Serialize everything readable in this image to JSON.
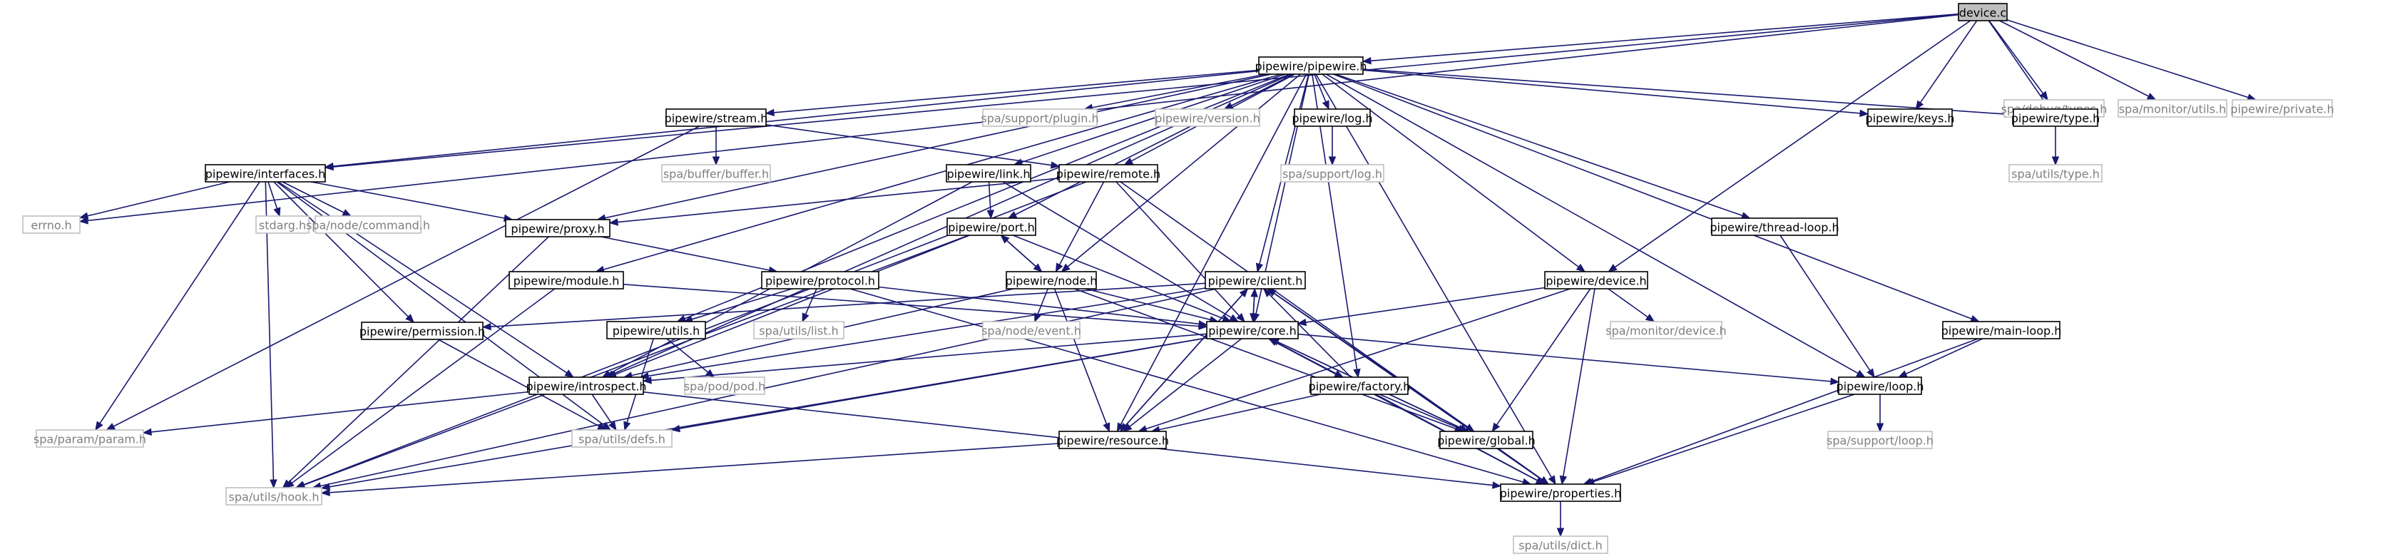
{
  "graph": {
    "colors": {
      "edge": "#191970",
      "local_border": "#000000",
      "external_border": "#bfbfbf",
      "root_fill": "#bfbfbf",
      "external_text": "#7f7f7f"
    },
    "nodes": [
      {
        "id": "device_c",
        "label": "device.c",
        "kind": "root"
      },
      {
        "id": "pipewire_h",
        "label": "pipewire/pipewire.h",
        "kind": "local"
      },
      {
        "id": "debug_types",
        "label": "spa/debug/types.h",
        "kind": "external"
      },
      {
        "id": "monitor_utils",
        "label": "spa/monitor/utils.h",
        "kind": "external"
      },
      {
        "id": "private_h",
        "label": "pipewire/private.h",
        "kind": "external"
      },
      {
        "id": "stream_h",
        "label": "pipewire/stream.h",
        "kind": "local"
      },
      {
        "id": "support_plugin",
        "label": "spa/support/plugin.h",
        "kind": "external"
      },
      {
        "id": "version_h",
        "label": "pipewire/version.h",
        "kind": "external"
      },
      {
        "id": "log_h",
        "label": "pipewire/log.h",
        "kind": "local"
      },
      {
        "id": "keys_h",
        "label": "pipewire/keys.h",
        "kind": "local"
      },
      {
        "id": "type_h",
        "label": "pipewire/type.h",
        "kind": "local"
      },
      {
        "id": "interfaces_h",
        "label": "pipewire/interfaces.h",
        "kind": "local"
      },
      {
        "id": "buffer_h",
        "label": "spa/buffer/buffer.h",
        "kind": "external"
      },
      {
        "id": "link_h",
        "label": "pipewire/link.h",
        "kind": "local"
      },
      {
        "id": "remote_h",
        "label": "pipewire/remote.h",
        "kind": "local"
      },
      {
        "id": "support_log",
        "label": "spa/support/log.h",
        "kind": "external"
      },
      {
        "id": "utils_type",
        "label": "spa/utils/type.h",
        "kind": "external"
      },
      {
        "id": "errno_h",
        "label": "errno.h",
        "kind": "external"
      },
      {
        "id": "stdarg_h",
        "label": "stdarg.h",
        "kind": "external"
      },
      {
        "id": "node_command",
        "label": "spa/node/command.h",
        "kind": "external"
      },
      {
        "id": "proxy_h",
        "label": "pipewire/proxy.h",
        "kind": "local"
      },
      {
        "id": "port_h",
        "label": "pipewire/port.h",
        "kind": "local"
      },
      {
        "id": "thread_loop_h",
        "label": "pipewire/thread-loop.h",
        "kind": "local"
      },
      {
        "id": "module_h",
        "label": "pipewire/module.h",
        "kind": "local"
      },
      {
        "id": "protocol_h",
        "label": "pipewire/protocol.h",
        "kind": "local"
      },
      {
        "id": "node_h",
        "label": "pipewire/node.h",
        "kind": "local"
      },
      {
        "id": "client_h",
        "label": "pipewire/client.h",
        "kind": "local"
      },
      {
        "id": "device_h",
        "label": "pipewire/device.h",
        "kind": "local"
      },
      {
        "id": "permission_h",
        "label": "pipewire/permission.h",
        "kind": "local"
      },
      {
        "id": "utils_h",
        "label": "pipewire/utils.h",
        "kind": "local"
      },
      {
        "id": "utils_list",
        "label": "spa/utils/list.h",
        "kind": "external"
      },
      {
        "id": "node_event",
        "label": "spa/node/event.h",
        "kind": "external"
      },
      {
        "id": "core_h",
        "label": "pipewire/core.h",
        "kind": "local"
      },
      {
        "id": "monitor_device",
        "label": "spa/monitor/device.h",
        "kind": "external"
      },
      {
        "id": "main_loop_h",
        "label": "pipewire/main-loop.h",
        "kind": "local"
      },
      {
        "id": "introspect_h",
        "label": "pipewire/introspect.h",
        "kind": "local"
      },
      {
        "id": "pod_h",
        "label": "spa/pod/pod.h",
        "kind": "external"
      },
      {
        "id": "factory_h",
        "label": "pipewire/factory.h",
        "kind": "local"
      },
      {
        "id": "loop_h",
        "label": "pipewire/loop.h",
        "kind": "local"
      },
      {
        "id": "param_h",
        "label": "spa/param/param.h",
        "kind": "external"
      },
      {
        "id": "defs_h",
        "label": "spa/utils/defs.h",
        "kind": "external"
      },
      {
        "id": "resource_h",
        "label": "pipewire/resource.h",
        "kind": "local"
      },
      {
        "id": "global_h",
        "label": "pipewire/global.h",
        "kind": "local"
      },
      {
        "id": "support_loop",
        "label": "spa/support/loop.h",
        "kind": "external"
      },
      {
        "id": "hook_h",
        "label": "spa/utils/hook.h",
        "kind": "external"
      },
      {
        "id": "properties_h",
        "label": "pipewire/properties.h",
        "kind": "local"
      },
      {
        "id": "dict_h",
        "label": "spa/utils/dict.h",
        "kind": "external"
      }
    ],
    "edges": [
      [
        "device_c",
        "pipewire_h"
      ],
      [
        "device_c",
        "debug_types"
      ],
      [
        "device_c",
        "monitor_utils"
      ],
      [
        "device_c",
        "private_h"
      ],
      [
        "device_c",
        "keys_h"
      ],
      [
        "device_c",
        "type_h"
      ],
      [
        "device_c",
        "device_h"
      ],
      [
        "device_c",
        "interfaces_h"
      ],
      [
        "device_c",
        "errno_h"
      ],
      [
        "pipewire_h",
        "stream_h"
      ],
      [
        "pipewire_h",
        "support_plugin"
      ],
      [
        "pipewire_h",
        "version_h"
      ],
      [
        "pipewire_h",
        "log_h"
      ],
      [
        "pipewire_h",
        "keys_h"
      ],
      [
        "pipewire_h",
        "type_h"
      ],
      [
        "pipewire_h",
        "interfaces_h"
      ],
      [
        "pipewire_h",
        "link_h"
      ],
      [
        "pipewire_h",
        "remote_h"
      ],
      [
        "pipewire_h",
        "proxy_h"
      ],
      [
        "pipewire_h",
        "port_h"
      ],
      [
        "pipewire_h",
        "thread_loop_h"
      ],
      [
        "pipewire_h",
        "module_h"
      ],
      [
        "pipewire_h",
        "node_h"
      ],
      [
        "pipewire_h",
        "client_h"
      ],
      [
        "pipewire_h",
        "device_h"
      ],
      [
        "pipewire_h",
        "utils_h"
      ],
      [
        "pipewire_h",
        "core_h"
      ],
      [
        "pipewire_h",
        "main_loop_h"
      ],
      [
        "pipewire_h",
        "introspect_h"
      ],
      [
        "pipewire_h",
        "factory_h"
      ],
      [
        "pipewire_h",
        "loop_h"
      ],
      [
        "pipewire_h",
        "resource_h"
      ],
      [
        "pipewire_h",
        "properties_h"
      ],
      [
        "stream_h",
        "buffer_h"
      ],
      [
        "stream_h",
        "remote_h"
      ],
      [
        "stream_h",
        "param_h"
      ],
      [
        "log_h",
        "support_log"
      ],
      [
        "type_h",
        "utils_type"
      ],
      [
        "interfaces_h",
        "errno_h"
      ],
      [
        "interfaces_h",
        "stdarg_h"
      ],
      [
        "interfaces_h",
        "node_command"
      ],
      [
        "interfaces_h",
        "proxy_h"
      ],
      [
        "interfaces_h",
        "permission_h"
      ],
      [
        "interfaces_h",
        "introspect_h"
      ],
      [
        "interfaces_h",
        "param_h"
      ],
      [
        "interfaces_h",
        "defs_h"
      ],
      [
        "interfaces_h",
        "hook_h"
      ],
      [
        "link_h",
        "port_h"
      ],
      [
        "link_h",
        "core_h"
      ],
      [
        "link_h",
        "introspect_h"
      ],
      [
        "remote_h",
        "proxy_h"
      ],
      [
        "remote_h",
        "node_h"
      ],
      [
        "remote_h",
        "core_h"
      ],
      [
        "remote_h",
        "properties_h"
      ],
      [
        "remote_h",
        "hook_h"
      ],
      [
        "proxy_h",
        "protocol_h"
      ],
      [
        "proxy_h",
        "hook_h"
      ],
      [
        "port_h",
        "node_h"
      ],
      [
        "port_h",
        "core_h"
      ],
      [
        "port_h",
        "introspect_h"
      ],
      [
        "port_h",
        "hook_h"
      ],
      [
        "thread_loop_h",
        "loop_h"
      ],
      [
        "module_h",
        "core_h"
      ],
      [
        "module_h",
        "hook_h"
      ],
      [
        "protocol_h",
        "utils_list"
      ],
      [
        "protocol_h",
        "utils_h"
      ],
      [
        "protocol_h",
        "core_h"
      ],
      [
        "protocol_h",
        "properties_h"
      ],
      [
        "node_h",
        "port_h"
      ],
      [
        "node_h",
        "node_event"
      ],
      [
        "node_h",
        "core_h"
      ],
      [
        "node_h",
        "introspect_h"
      ],
      [
        "node_h",
        "resource_h"
      ],
      [
        "node_h",
        "global_h"
      ],
      [
        "client_h",
        "core_h"
      ],
      [
        "client_h",
        "permission_h"
      ],
      [
        "client_h",
        "introspect_h"
      ],
      [
        "client_h",
        "resource_h"
      ],
      [
        "client_h",
        "global_h"
      ],
      [
        "client_h",
        "properties_h"
      ],
      [
        "client_h",
        "hook_h"
      ],
      [
        "device_h",
        "core_h"
      ],
      [
        "device_h",
        "monitor_device"
      ],
      [
        "device_h",
        "global_h"
      ],
      [
        "device_h",
        "properties_h"
      ],
      [
        "device_h",
        "resource_h"
      ],
      [
        "permission_h",
        "defs_h"
      ],
      [
        "utils_h",
        "pod_h"
      ],
      [
        "utils_h",
        "defs_h"
      ],
      [
        "core_h",
        "client_h"
      ],
      [
        "core_h",
        "introspect_h"
      ],
      [
        "core_h",
        "factory_h"
      ],
      [
        "core_h",
        "loop_h"
      ],
      [
        "core_h",
        "global_h"
      ],
      [
        "core_h",
        "defs_h"
      ],
      [
        "core_h",
        "hook_h"
      ],
      [
        "core_h",
        "properties_h"
      ],
      [
        "core_h",
        "resource_h"
      ],
      [
        "main_loop_h",
        "loop_h"
      ],
      [
        "main_loop_h",
        "properties_h"
      ],
      [
        "introspect_h",
        "param_h"
      ],
      [
        "introspect_h",
        "defs_h"
      ],
      [
        "introspect_h",
        "properties_h"
      ],
      [
        "factory_h",
        "core_h"
      ],
      [
        "factory_h",
        "client_h"
      ],
      [
        "factory_h",
        "global_h"
      ],
      [
        "factory_h",
        "resource_h"
      ],
      [
        "factory_h",
        "properties_h"
      ],
      [
        "loop_h",
        "support_loop"
      ],
      [
        "loop_h",
        "properties_h"
      ],
      [
        "resource_h",
        "client_h"
      ],
      [
        "resource_h",
        "hook_h"
      ],
      [
        "global_h",
        "client_h"
      ],
      [
        "global_h",
        "core_h"
      ],
      [
        "global_h",
        "properties_h"
      ],
      [
        "properties_h",
        "dict_h"
      ]
    ]
  }
}
